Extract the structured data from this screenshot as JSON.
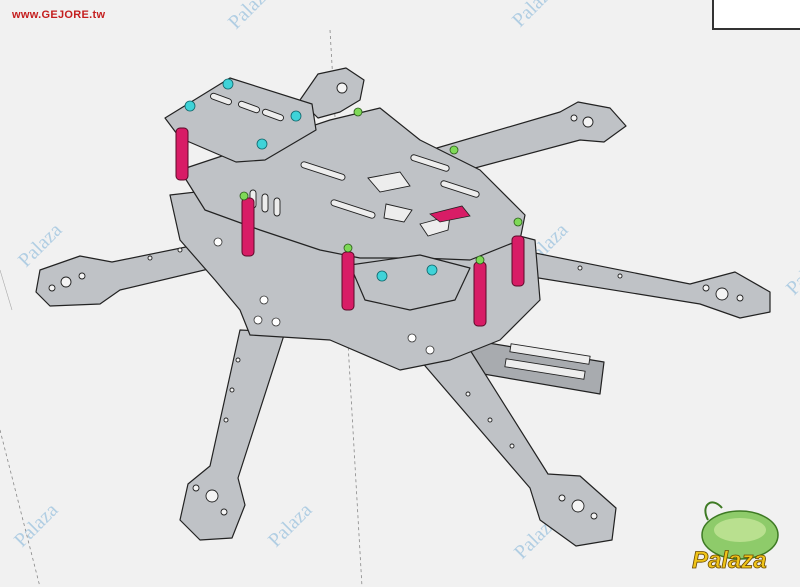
{
  "site": {
    "url": "www.GEJORE.tw"
  },
  "watermark": {
    "text": "Palaza",
    "color": "#9cc3df"
  },
  "logo": {
    "text": "Palaza",
    "color": "#f0c419"
  },
  "colors": {
    "plate": "#bfc2c6",
    "standoff": "#d81c66",
    "screw_green": "#7ed957",
    "screw_cyan": "#3fd3d8"
  }
}
